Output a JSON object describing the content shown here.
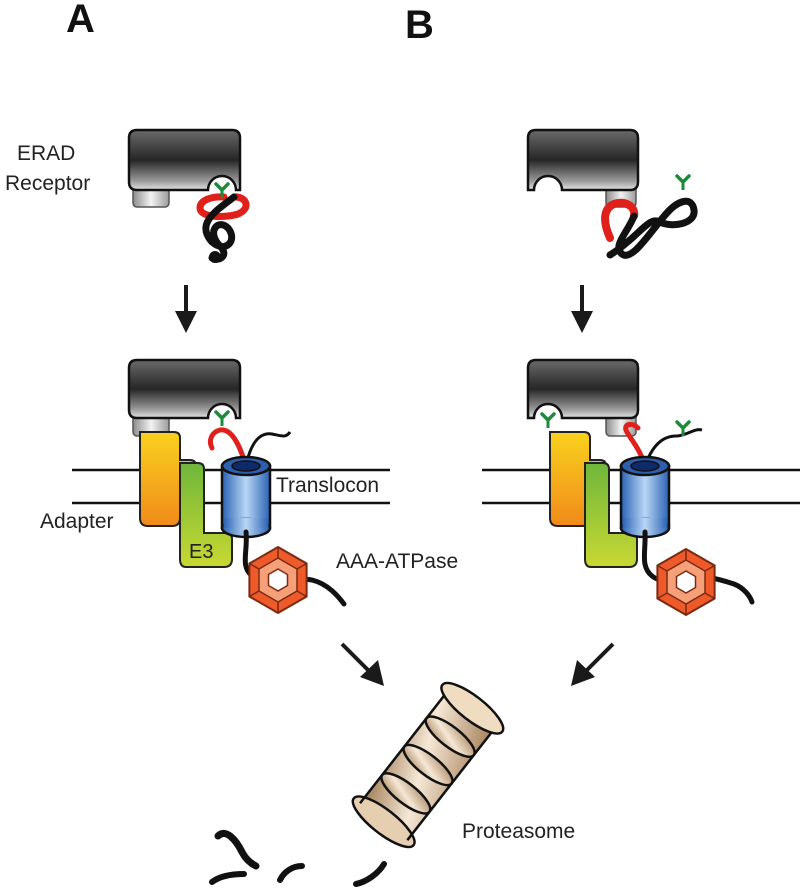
{
  "panels": {
    "a": "A",
    "b": "B"
  },
  "labels": {
    "erad_line1": "ERAD",
    "erad_line2": "Receptor",
    "translocon": "Translocon",
    "adapter": "Adapter",
    "e3": "E3",
    "aaa": "AAA-ATPase",
    "proteasome": "Proteasome"
  },
  "colors": {
    "receptor_dark": "#3a3a3a",
    "receptor_light": "#d0d0d0",
    "substrate_red": "#e0201b",
    "glycan_green": "#1e8a3c",
    "adapter_yellow": "#f6c223",
    "adapter_orange": "#f29a1a",
    "e3_green": "#8cc63e",
    "translocon_blue": "#3a7cc8",
    "aaa_red": "#ee5a2a",
    "proteasome_tan": "#c8a47a"
  }
}
